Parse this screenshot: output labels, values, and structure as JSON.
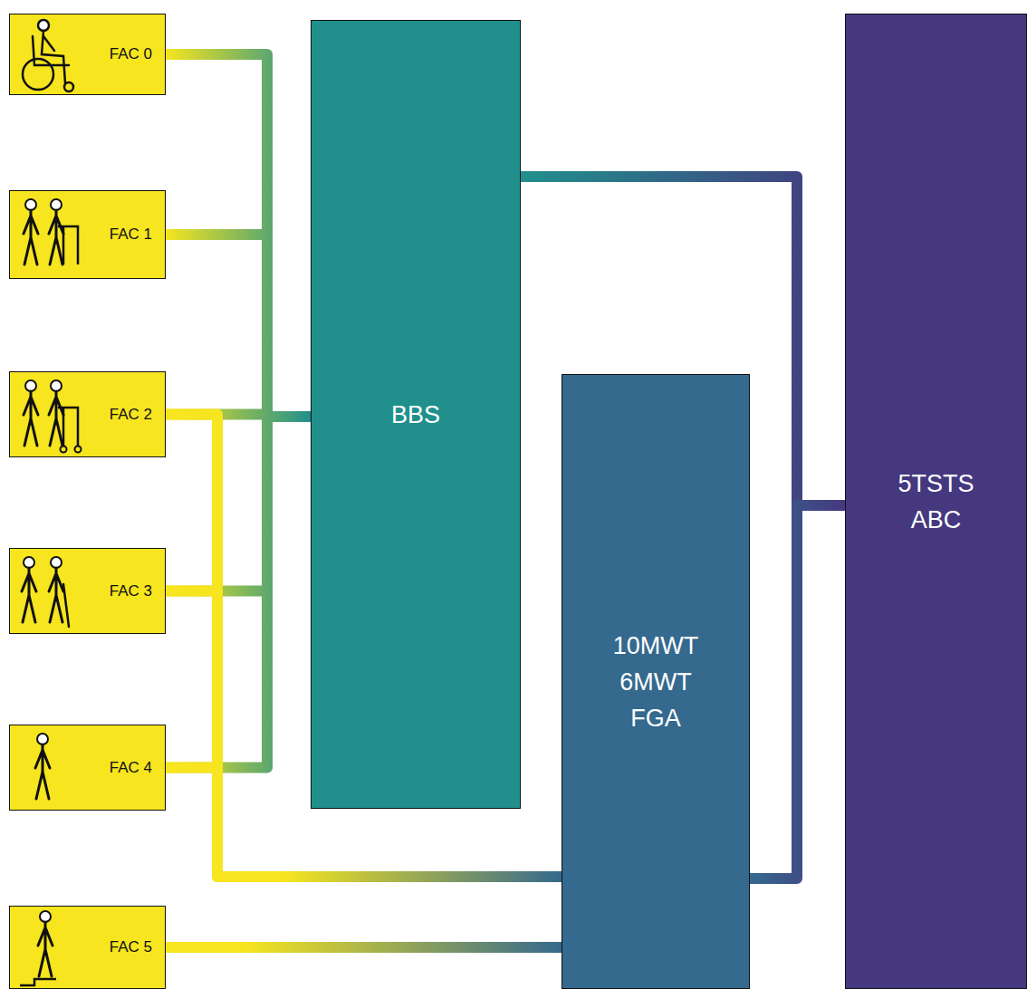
{
  "diagram": {
    "nodes": [
      {
        "text": [
          "FAC 0"
        ]
      },
      {
        "text": [
          "FAC 1"
        ]
      },
      {
        "text": [
          "FAC 2"
        ]
      },
      {
        "text": [
          "FAC 3"
        ]
      },
      {
        "text": [
          "FAC 4"
        ]
      },
      {
        "text": [
          "FAC 5"
        ]
      },
      {
        "text": [
          "BBS"
        ]
      },
      {
        "text": [
          "10MWT",
          "6MWT",
          "FGA"
        ]
      },
      {
        "text": [
          "5TSTS",
          "ABC"
        ]
      }
    ],
    "edges": [
      {
        "from": 0,
        "to": 6,
        "arrow": "none"
      },
      {
        "from": 1,
        "to": 6,
        "arrow": "none"
      },
      {
        "from": 2,
        "to": 6,
        "arrow": "none"
      },
      {
        "from": 3,
        "to": 6,
        "arrow": "none"
      },
      {
        "from": 4,
        "to": 6,
        "arrow": "none"
      },
      {
        "from": 2,
        "to": 7,
        "arrow": "none"
      },
      {
        "from": 3,
        "to": 7,
        "arrow": "none"
      },
      {
        "from": 4,
        "to": 7,
        "arrow": "none"
      },
      {
        "from": 5,
        "to": 7,
        "arrow": "none"
      },
      {
        "from": 6,
        "to": 8,
        "arrow": "none"
      },
      {
        "from": 7,
        "to": 8,
        "arrow": "none"
      }
    ]
  }
}
